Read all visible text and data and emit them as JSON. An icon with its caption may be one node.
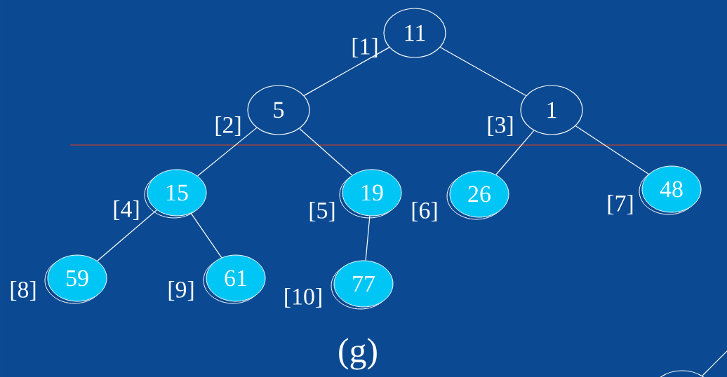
{
  "diagram": {
    "caption": "(g)",
    "nodes": [
      {
        "text": [
          "11"
        ],
        "beside": [
          "[1]"
        ]
      },
      {
        "text": [
          "5"
        ],
        "beside": [
          "[2]"
        ]
      },
      {
        "text": [
          "1"
        ],
        "beside": [
          "[3]"
        ]
      },
      {
        "text": [
          "15"
        ],
        "beside": [
          "[4]"
        ]
      },
      {
        "text": [
          "19"
        ],
        "beside": [
          "[5]"
        ]
      },
      {
        "text": [
          "26"
        ],
        "beside": [
          "[6]"
        ]
      },
      {
        "text": [
          "48"
        ],
        "beside": [
          "[7]"
        ]
      },
      {
        "text": [
          "59"
        ],
        "beside": [
          "[8]"
        ]
      },
      {
        "text": [
          "61"
        ],
        "beside": [
          "[9]"
        ]
      },
      {
        "text": [
          "77"
        ],
        "beside": [
          "[10]"
        ]
      },
      {
        "text": [],
        "shape": "circle"
      }
    ],
    "edges": [
      {
        "from": 0,
        "to": 1,
        "arrow": "none"
      },
      {
        "from": 0,
        "to": 2,
        "arrow": "none"
      },
      {
        "from": 1,
        "to": 3,
        "arrow": "none"
      },
      {
        "from": 1,
        "to": 4,
        "arrow": "none"
      },
      {
        "from": 2,
        "to": 5,
        "arrow": "none"
      },
      {
        "from": 2,
        "to": 6,
        "arrow": "none"
      },
      {
        "from": 3,
        "to": 7,
        "arrow": "none"
      },
      {
        "from": 3,
        "to": 8,
        "arrow": "none"
      },
      {
        "from": 4,
        "to": 9,
        "arrow": "none"
      },
      {
        "from": 10,
        "to": null,
        "arrow": "none"
      }
    ]
  }
}
